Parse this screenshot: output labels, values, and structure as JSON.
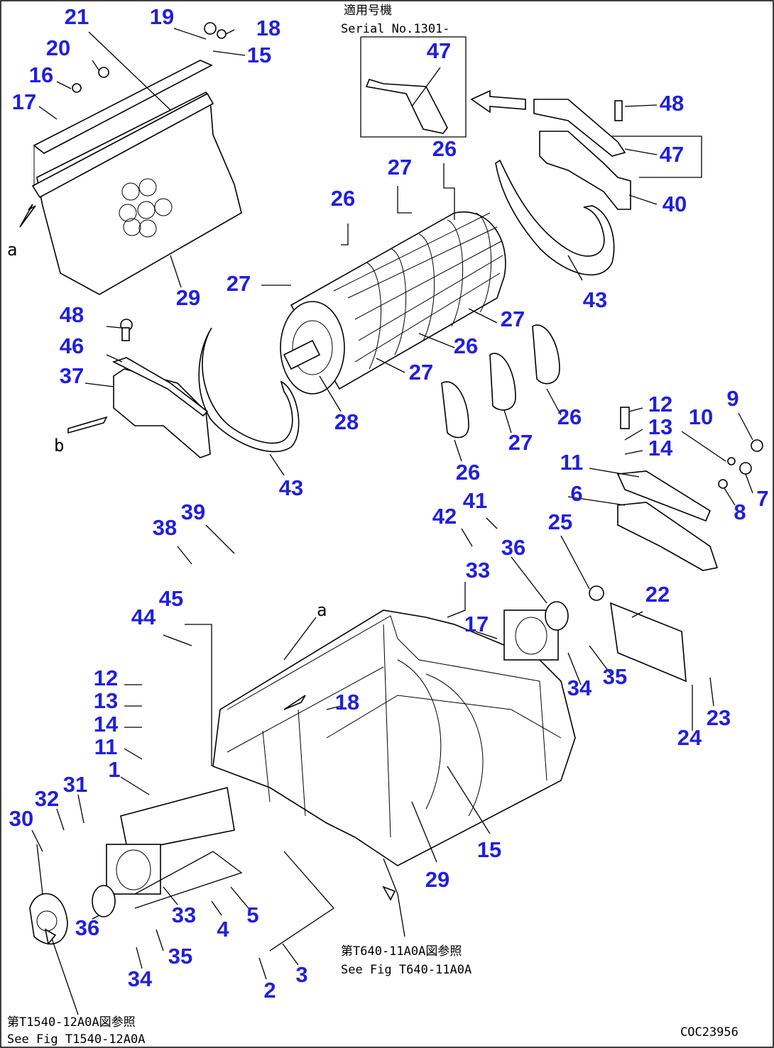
{
  "header_note": {
    "applicable_serial_jp": "適用号機",
    "serial_text": "Serial No.1301-"
  },
  "notes": [
    {
      "id": "see-fig-t640",
      "text_jp": "第T640-11A0A図参照",
      "text_en": "See Fig T640-11A0A"
    },
    {
      "id": "see-fig-t1540",
      "text_jp": "第T1540-12A0A図参照",
      "text_en": "See Fig T1540-12A0A"
    }
  ],
  "view_letters": [
    "a",
    "b"
  ],
  "drawing_code": "COC23956",
  "callouts": [
    "1",
    "2",
    "3",
    "4",
    "5",
    "6",
    "7",
    "8",
    "9",
    "10",
    "11",
    "12",
    "13",
    "14",
    "15",
    "16",
    "17",
    "18",
    "19",
    "20",
    "21",
    "22",
    "23",
    "24",
    "25",
    "26",
    "27",
    "28",
    "29",
    "30",
    "31",
    "32",
    "33",
    "34",
    "35",
    "36",
    "37",
    "38",
    "39",
    "40",
    "41",
    "42",
    "43",
    "44",
    "45",
    "46",
    "47",
    "48"
  ],
  "colors": {
    "callout": "#1f1fe0",
    "linework": "#000000",
    "background": "#ffffff"
  }
}
